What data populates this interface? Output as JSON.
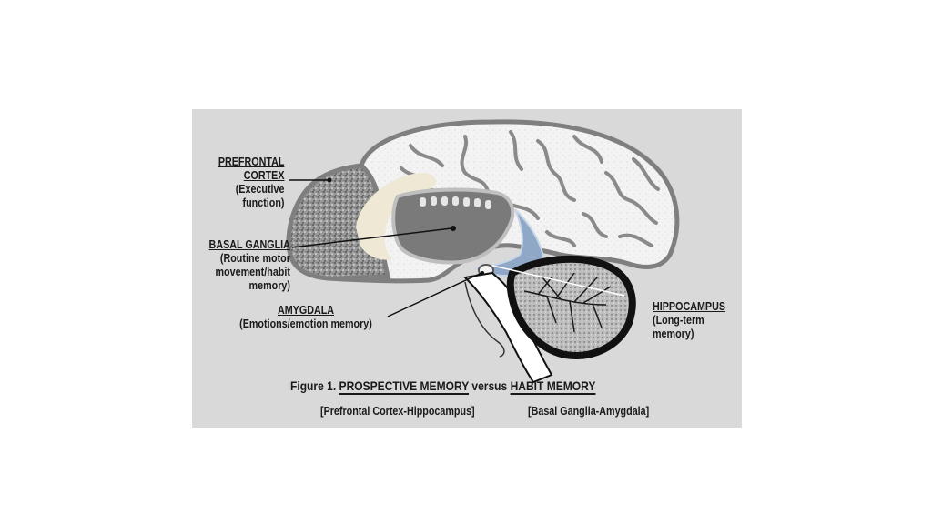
{
  "labels": {
    "prefrontal": {
      "name_line1": "PREFRONTAL",
      "name_line2": "CORTEX",
      "desc_line1": "(Executive",
      "desc_line2": "function)"
    },
    "basal_ganglia": {
      "name": "BASAL GANGLIA",
      "desc_line1": "(Routine motor",
      "desc_line2": "movement/habit",
      "desc_line3": "memory)"
    },
    "amygdala": {
      "name": "AMYGDALA",
      "desc": "(Emotions/emotion memory)"
    },
    "hippocampus": {
      "name": "HIPPOCAMPUS",
      "desc_line1": "(Long-term",
      "desc_line2": "memory)"
    }
  },
  "caption": {
    "prefix": "Figure 1.",
    "term1": "PROSPECTIVE  MEMORY",
    "middle": "versus",
    "term2": "HABIT MEMORY",
    "sub1": "[Prefrontal  Cortex-Hippocampus]",
    "sub2": "[Basal Ganglia-Amygdala]"
  },
  "colors": {
    "panel": "#d9d9d9",
    "outline": "#7f7f7f",
    "cortex_fill": "#f2f2f2",
    "prefrontal_fill": "#8c8c8c",
    "corpus_callosum": "#eee8d5",
    "ventricle": "#7a7a7a",
    "hippocampus_blue": "#8fa8c8",
    "cerebellum_dark": "#111111"
  }
}
